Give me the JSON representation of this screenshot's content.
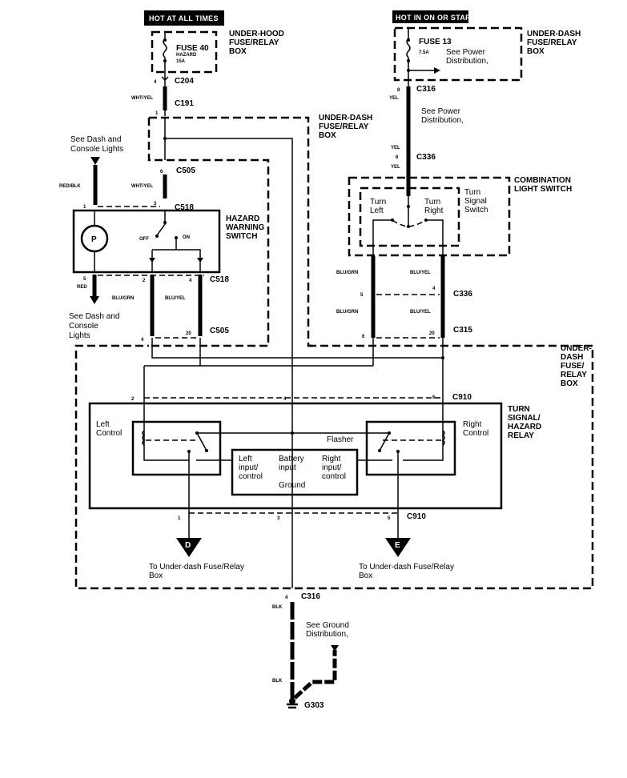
{
  "title": "Turn Signal / Hazard Warning Wiring Diagram",
  "power_labels": {
    "left": "HOT AT ALL TIMES",
    "right": "HOT IN ON OR START"
  },
  "fuses": {
    "left": {
      "name": "FUSE 40",
      "desc": "HAZARD",
      "rating": "15A",
      "box": [
        "UNDER-HOOD",
        "FUSE/RELAY",
        "BOX"
      ]
    },
    "right": {
      "name": "FUSE 13",
      "rating": "7.5A",
      "note": [
        "See Power",
        "Distribution,"
      ],
      "box": [
        "UNDER-DASH",
        "FUSE/RELAY",
        "BOX"
      ]
    }
  },
  "connectors": {
    "c204": "C204",
    "c191": "C191",
    "c505_top": "C505",
    "c518_top": "C518",
    "c518_bot": "C518",
    "c505_bot": "C505",
    "c316_top": "C316",
    "c336_top": "C336",
    "c336_mid": "C336",
    "c315": "C315",
    "c910_top": "C910",
    "c910_bot": "C910",
    "c316_bot": "C316",
    "g303": "G303"
  },
  "pins": {
    "c204": "4",
    "c191": "1",
    "c505_top": "6",
    "c518_left": "1",
    "c518_right": "3",
    "c518_bot_l": "5",
    "c518_bot_m": "2",
    "c518_bot_r": "4",
    "c505_bot_l": "4",
    "c505_bot_r": "20",
    "c316_top": "8",
    "c336_top": "6",
    "c336_l": "5",
    "c336_r": "4",
    "c315_l": "6",
    "c315_r": "20",
    "c910_t1": "2",
    "c910_t2": "4",
    "c910_t3": "6",
    "c910_b1": "1",
    "c910_b2": "3",
    "c910_b3": "5",
    "c316_bot": "4"
  },
  "wires": {
    "wht_yel_1": "WHT/YEL",
    "wht_yel_2": "WHT/YEL",
    "red_blk": "RED/BLK",
    "red": "RED",
    "blu_grn_l": "BLU/GRN",
    "blu_yel_l": "BLU/YEL",
    "yel_1": "YEL",
    "yel_2": "YEL",
    "yel_3": "YEL",
    "blu_grn_r1": "BLU/GRN",
    "blu_yel_r1": "BLU/YEL",
    "blu_grn_r2": "BLU/GRN",
    "blu_yel_r2": "BLU/YEL",
    "blk_1": "BLK",
    "blk_2": "BLK"
  },
  "components": {
    "underdash_box_1": [
      "UNDER-DASH",
      "FUSE/RELAY",
      "BOX"
    ],
    "hazard_switch": [
      "HAZARD",
      "WARNING",
      "SWITCH"
    ],
    "hazard_off": "OFF",
    "hazard_on": "ON",
    "combination_switch": [
      "COMBINATION",
      "LIGHT SWITCH"
    ],
    "turn_signal_switch": [
      "Turn",
      "Signal",
      "Switch"
    ],
    "turn_left": [
      "Turn",
      "Left"
    ],
    "turn_right": [
      "Turn",
      "Right"
    ],
    "underdash_box_2": [
      "UNDER-",
      "DASH",
      "FUSE/",
      "RELAY",
      "BOX"
    ],
    "relay": [
      "TURN",
      "SIGNAL/",
      "HAZARD",
      "RELAY"
    ],
    "left_control": [
      "Left",
      "Control"
    ],
    "right_control": [
      "Right",
      "Control"
    ],
    "flasher": "Flasher",
    "flasher_left": [
      "Left",
      "input/",
      "control"
    ],
    "flasher_batt": [
      "Battery",
      "input"
    ],
    "flasher_ground": "Ground",
    "flasher_right": [
      "Right",
      "input/",
      "control"
    ]
  },
  "notes": {
    "dash_lights_top": [
      "See Dash and",
      "Console Lights"
    ],
    "dash_lights_bot": [
      "See Dash and",
      "Console",
      "Lights"
    ],
    "power_dist": [
      "See Power",
      "Distribution,"
    ],
    "ground_dist": [
      "See Ground",
      "Distribution,"
    ],
    "to_box_d": [
      "To Under-dash Fuse/Relay",
      "Box"
    ],
    "to_box_e": [
      "To Under-dash Fuse/Relay",
      "Box"
    ],
    "marker_d": "D",
    "marker_e": "E"
  }
}
